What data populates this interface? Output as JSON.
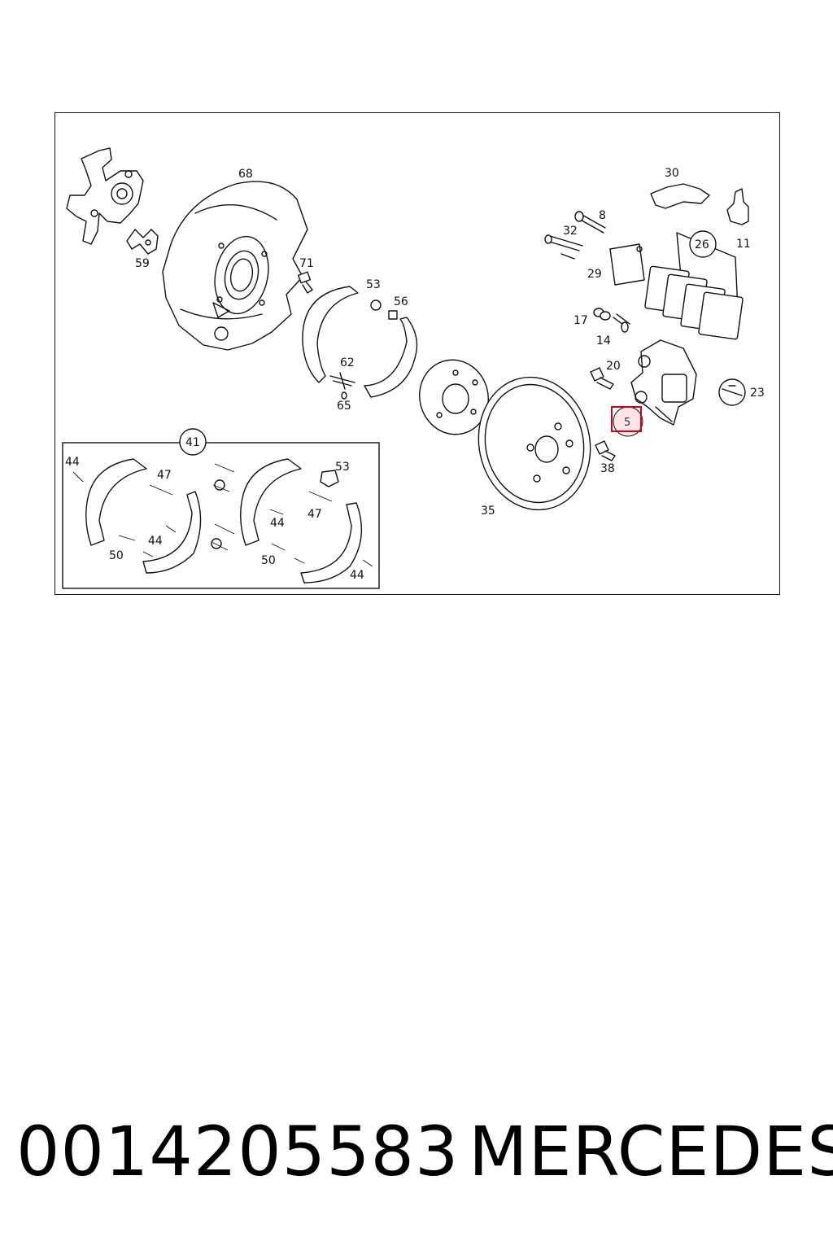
{
  "diagram": {
    "labels": {
      "p68": "68",
      "p59": "59",
      "p71": "71",
      "p53": "53",
      "p56": "56",
      "p62": "62",
      "p65": "65",
      "p30": "30",
      "p8": "8",
      "p32": "32",
      "p29": "29",
      "p26": "26",
      "p11": "11",
      "p17": "17",
      "p14": "14",
      "p20": "20",
      "p23": "23",
      "p5": "5",
      "p38": "38",
      "p35": "35",
      "p41": "41",
      "i44a": "44",
      "i47a": "47",
      "i44b": "44",
      "i50a": "50",
      "i53": "53",
      "i44c": "44",
      "i47b": "47",
      "i50b": "50",
      "i44d": "44"
    },
    "highlight_color": "#d0021b"
  },
  "footer": {
    "part_number": "0014205583",
    "brand": "MERCEDES"
  }
}
